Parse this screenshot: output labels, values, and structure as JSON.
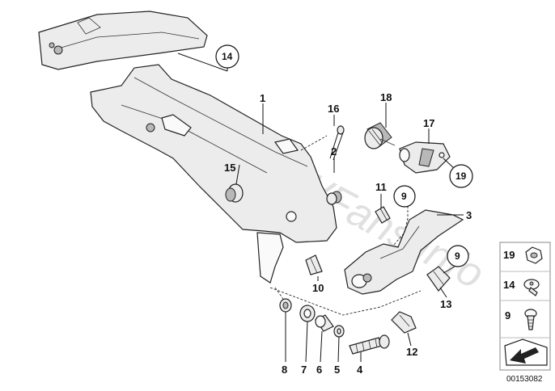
{
  "parts": {
    "p1": "1",
    "p2": "2",
    "p3": "3",
    "p4": "4",
    "p5": "5",
    "p6": "6",
    "p7": "7",
    "p8": "8",
    "p10": "10",
    "p11": "11",
    "p12": "12",
    "p13": "13",
    "p15": "15",
    "p16": "16",
    "p17": "17",
    "p18": "18"
  },
  "circled": {
    "c14": "14",
    "c19": "19",
    "c9a": "9",
    "c9b": "9"
  },
  "legend": {
    "item19": "19",
    "item14": "14",
    "item9": "9"
  },
  "watermark": "www.BMWFans.info",
  "doc_number": "00153082"
}
